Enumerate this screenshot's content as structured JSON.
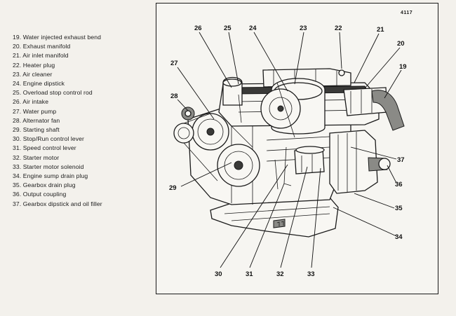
{
  "figure_code": "4117",
  "legend": [
    "19. Water injected exhaust bend",
    "20. Exhaust manifold",
    "21. Air inlet manifold",
    "22. Heater plug",
    "23. Air cleaner",
    "24. Engine dipstick",
    "25. Overload stop control rod",
    "26. Air intake",
    "27. Water pump",
    "28. Alternator fan",
    "29. Starting shaft",
    "30. Stop/Run control lever",
    "31. Speed control lever",
    "32. Starter motor",
    "33. Starter motor solenoid",
    "34. Engine sump drain plug",
    "35. Gearbox drain plug",
    "36. Output coupling",
    "37. Gearbox dipstick and oil filler"
  ],
  "callouts": {
    "n19": "19",
    "n20": "20",
    "n21": "21",
    "n22": "22",
    "n23": "23",
    "n24": "24",
    "n25": "25",
    "n26": "26",
    "n27": "27",
    "n28": "28",
    "n29": "29",
    "n30": "30",
    "n31": "31",
    "n32": "32",
    "n33": "33",
    "n34": "34",
    "n35": "35",
    "n36": "36",
    "n37": "37"
  }
}
